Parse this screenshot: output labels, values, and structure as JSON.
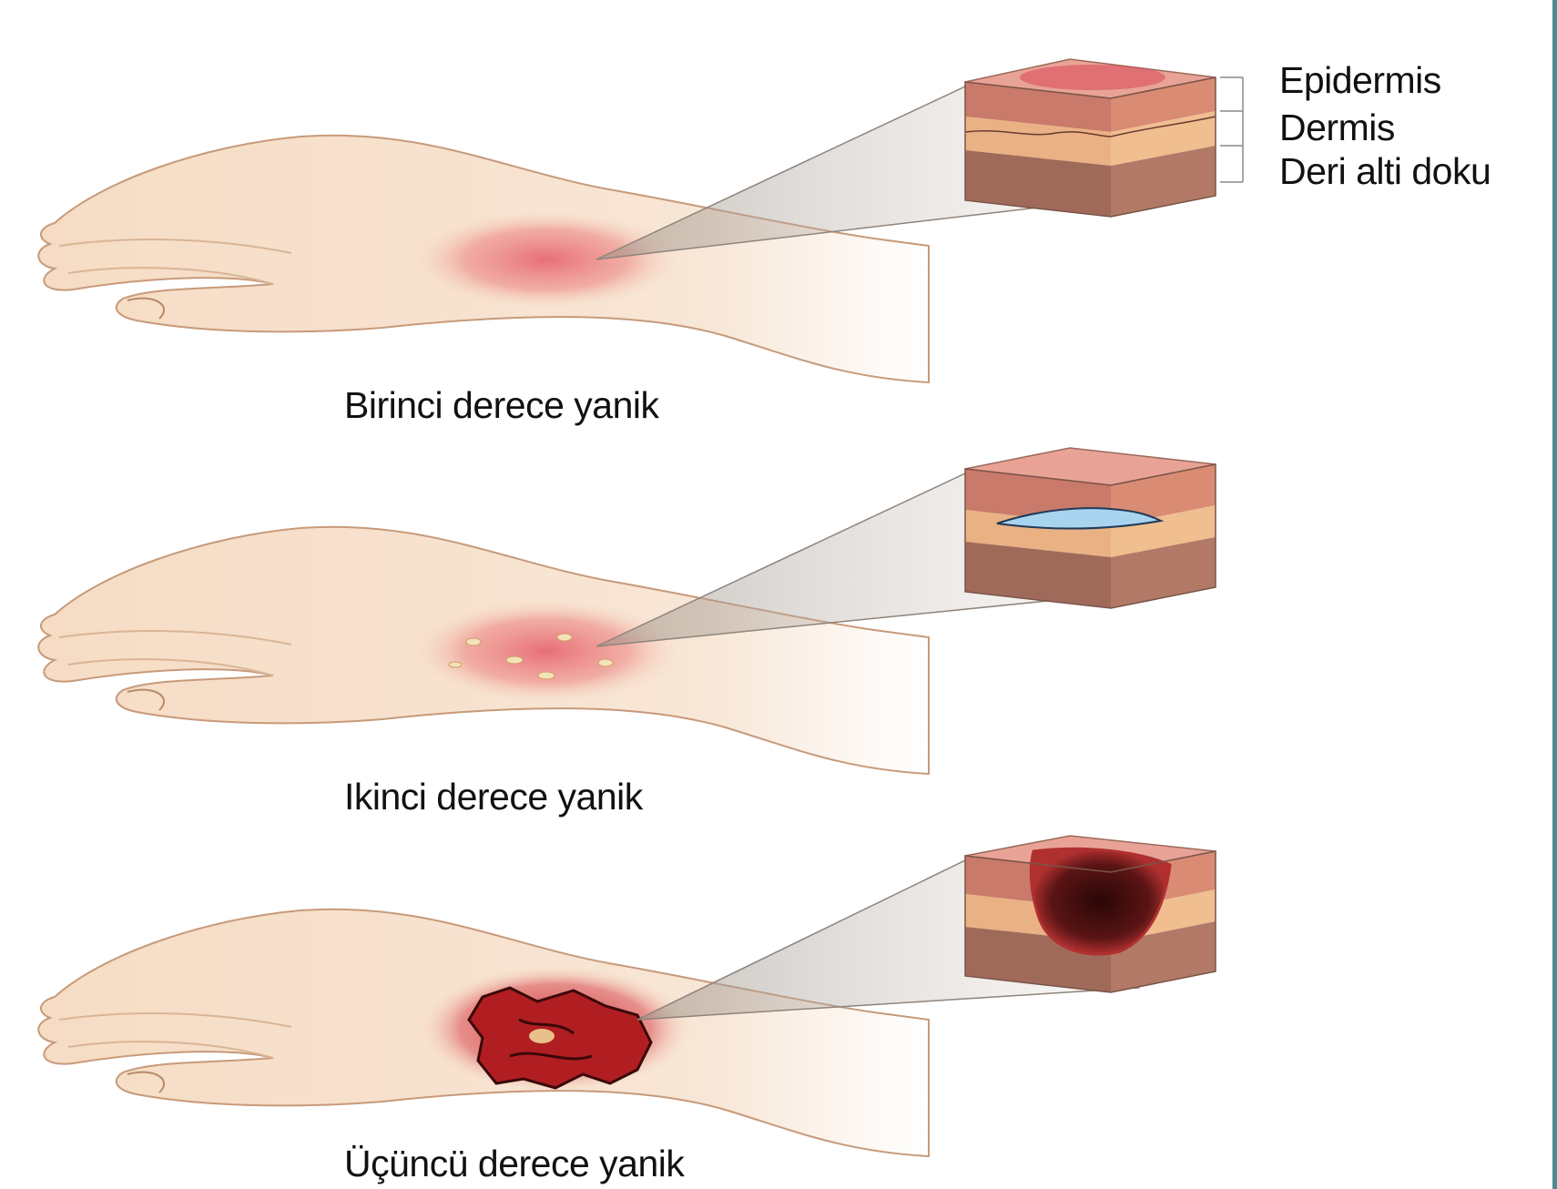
{
  "layer_labels": {
    "epidermis": "Epidermis",
    "dermis": "Dermis",
    "subcutaneous": "Deri alti doku"
  },
  "panels": [
    {
      "caption": "Birinci derece yanik"
    },
    {
      "caption": "Ikinci derece yanik"
    },
    {
      "caption": "Üçüncü derece yanik"
    }
  ],
  "colors": {
    "skin": "#f6dcc4",
    "skin_shadow": "#e2b592",
    "burn_red": "#e2475a",
    "epidermis_layer": "#c97a6a",
    "dermis_layer": "#e9b184",
    "subcutaneous_layer": "#a06a5a",
    "blister": "#a9d4ef",
    "eschar": "#3a0f0f",
    "frame_border": "#4e8a8f"
  }
}
